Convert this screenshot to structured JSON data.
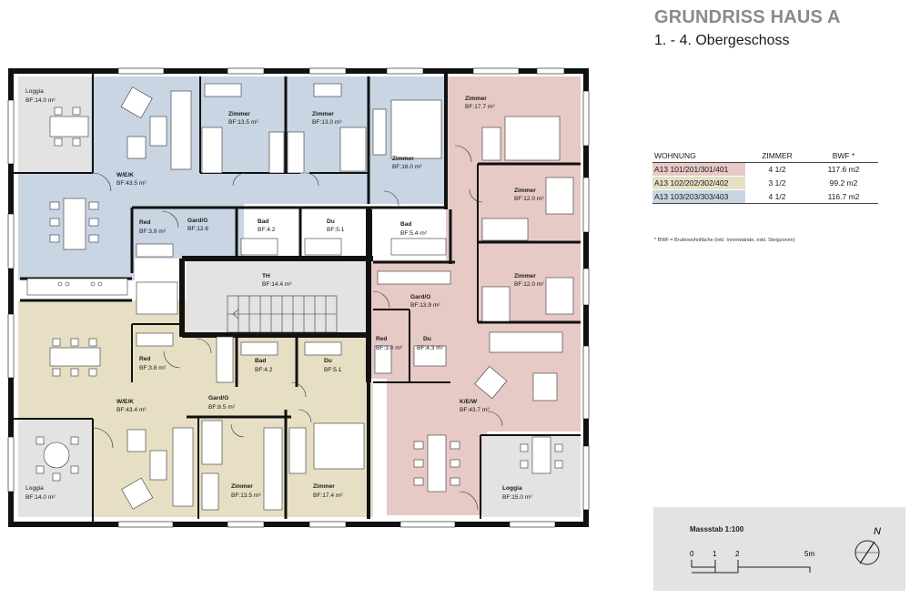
{
  "header": {
    "title": "GRUNDRISS HAUS A",
    "subtitle": "1. - 4. Obergeschoss"
  },
  "legend": {
    "columns": [
      "WOHNUNG",
      "ZIMMER",
      "BWF *"
    ],
    "rows": [
      {
        "unit": "A13 101/201/301/401",
        "rooms": "4 1/2",
        "area": "117.6 m2",
        "color": "#e7c9c5"
      },
      {
        "unit": "A13 102/202/302/402",
        "rooms": "3 1/2",
        "area": "99.2 m2",
        "color": "#e6dfc4"
      },
      {
        "unit": "A13 103/203/303/403",
        "rooms": "4 1/2",
        "area": "116.7 m2",
        "color": "#c9d5e3"
      }
    ],
    "footnote": "* BWF = Bruttowohnfläche (inkl. Innenwände, exkl. Steigzonen)"
  },
  "scale": {
    "label": "Massstab 1:100",
    "ticks": [
      "0",
      "1",
      "2",
      "5m"
    ],
    "north": "N"
  },
  "rooms": {
    "loggia_nw": [
      "Loggia",
      "BF:14.0 m²"
    ],
    "wek_blue": [
      "W/E/K",
      "BF:43.5 m²"
    ],
    "zimmer_b1": [
      "Zimmer",
      "BF:13.5 m²"
    ],
    "zimmer_b2": [
      "Zimmer",
      "BF:13.0 m²"
    ],
    "zimmer_b3": [
      "Zimmer",
      "BF:16.0 m²"
    ],
    "red_b": [
      "Red",
      "BF:3.9 m²"
    ],
    "gard_b": [
      "Gard/G",
      "BF:12.6"
    ],
    "bad_b": [
      "Bad",
      "BF:4.2"
    ],
    "du_b": [
      "Du",
      "BF:5.1"
    ],
    "bad_p": [
      "Bad",
      "BF:5.4 m²"
    ],
    "zimmer_p1": [
      "Zimmer",
      "BF:17.7 m²"
    ],
    "zimmer_p2": [
      "Zimmer",
      "BF:12.0 m²"
    ],
    "zimmer_p3": [
      "Zimmer",
      "BF:12.0 m²"
    ],
    "th": [
      "TH",
      "BF:14.4 m²"
    ],
    "gard_p": [
      "Gard/G",
      "BF:13.9 m²"
    ],
    "red_p": [
      "Red",
      "BF:3.0 m²"
    ],
    "du_p": [
      "Du",
      "BF:4.3 m²"
    ],
    "kew_p": [
      "K/E/W",
      "BF:43.7 m²"
    ],
    "loggia_se": [
      "Loggia",
      "BF:15.0 m²"
    ],
    "red_y": [
      "Red",
      "BF:3.8 m²"
    ],
    "bad_y": [
      "Bad",
      "BF:4.2"
    ],
    "du_y": [
      "Du",
      "BF:5.1"
    ],
    "wek_y": [
      "W/E/K",
      "BF:43.4 m²"
    ],
    "gard_y": [
      "Gard/G",
      "BF:8.5 m²"
    ],
    "zimmer_y1": [
      "Zimmer",
      "BF:13.5 m²"
    ],
    "zimmer_y2": [
      "Zimmer",
      "BF:17.4 m²"
    ],
    "loggia_sw": [
      "Loggia",
      "BF:14.0 m²"
    ]
  }
}
